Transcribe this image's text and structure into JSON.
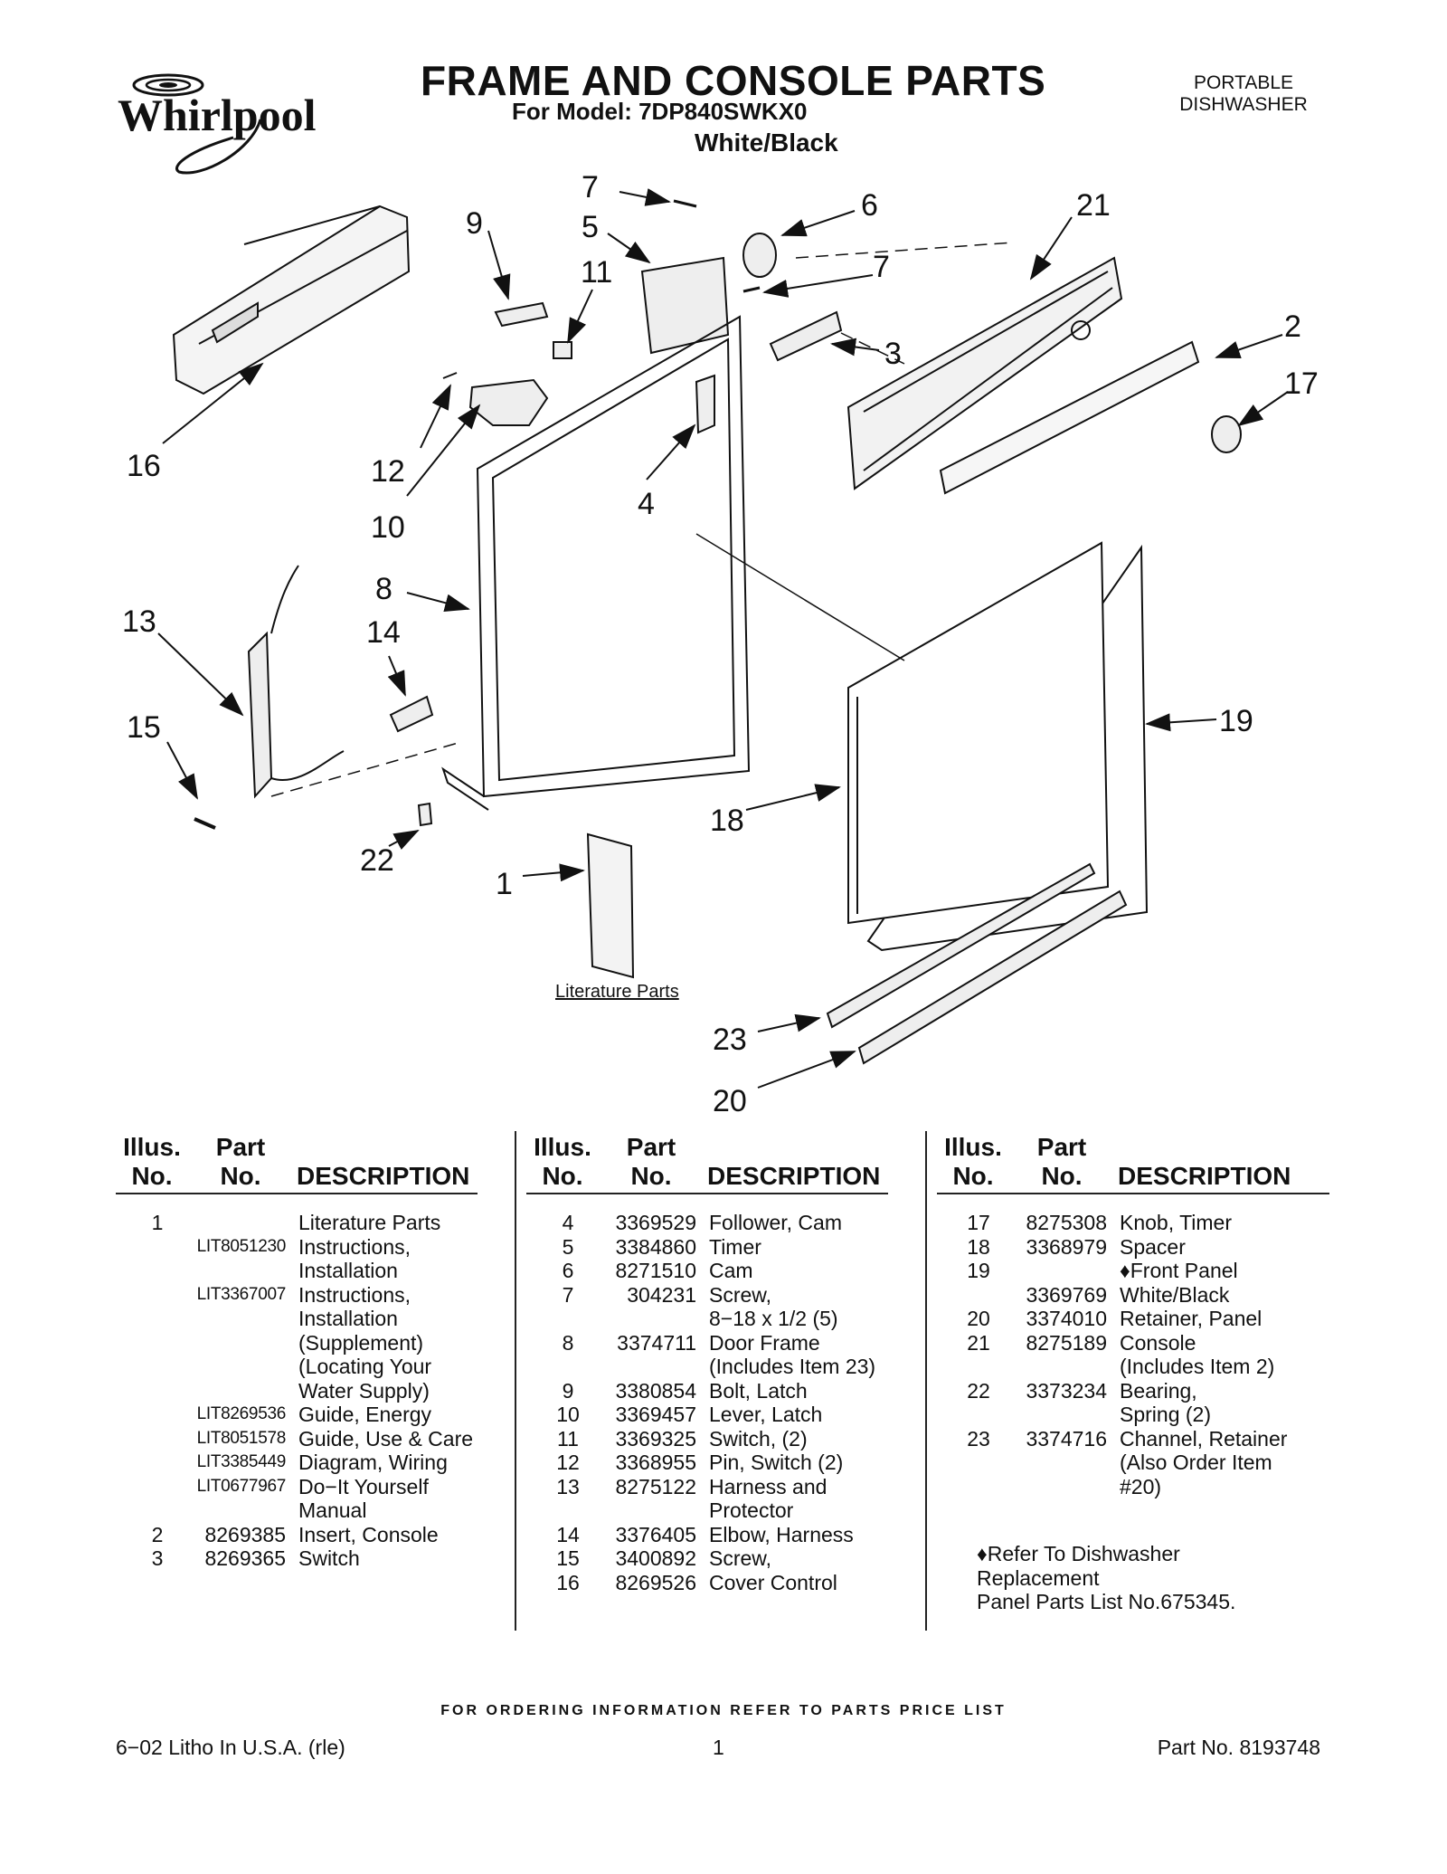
{
  "header": {
    "brand": "Whirlpool",
    "title": "FRAME AND CONSOLE PARTS",
    "model_line": "For Model: 7DP840SWKX0",
    "color_line": "White/Black",
    "product_type_line1": "PORTABLE",
    "product_type_line2": "DISHWASHER"
  },
  "diagram": {
    "literature_label": "Literature Parts",
    "callouts": [
      "7",
      "5",
      "6",
      "9",
      "11",
      "7",
      "21",
      "3",
      "2",
      "17",
      "16",
      "12",
      "4",
      "10",
      "8",
      "13",
      "14",
      "15",
      "19",
      "18",
      "22",
      "1",
      "23",
      "20"
    ]
  },
  "table": {
    "head": {
      "illus": "Illus.",
      "no": "No.",
      "part": "Part",
      "part_no": "No.",
      "desc": "DESCRIPTION"
    },
    "col1": [
      {
        "illus": "1",
        "part": "",
        "desc": "Literature Parts"
      },
      {
        "illus": "",
        "part": "LIT8051230",
        "desc": "Instructions,"
      },
      {
        "illus": "",
        "part": "",
        "desc": "Installation"
      },
      {
        "illus": "",
        "part": "LIT3367007",
        "desc": "Instructions,"
      },
      {
        "illus": "",
        "part": "",
        "desc": "Installation"
      },
      {
        "illus": "",
        "part": "",
        "desc": "(Supplement)"
      },
      {
        "illus": "",
        "part": "",
        "desc": "(Locating Your"
      },
      {
        "illus": "",
        "part": "",
        "desc": "Water Supply)"
      },
      {
        "illus": "",
        "part": "LIT8269536",
        "desc": "Guide, Energy"
      },
      {
        "illus": "",
        "part": "LIT8051578",
        "desc": "Guide, Use & Care"
      },
      {
        "illus": "",
        "part": "LIT3385449",
        "desc": "Diagram, Wiring"
      },
      {
        "illus": "",
        "part": "LIT0677967",
        "desc": "Do−It Yourself"
      },
      {
        "illus": "",
        "part": "",
        "desc": "Manual"
      },
      {
        "illus": "2",
        "part": "8269385",
        "desc": "Insert, Console"
      },
      {
        "illus": "3",
        "part": "8269365",
        "desc": "Switch"
      }
    ],
    "col2": [
      {
        "illus": "4",
        "part": "3369529",
        "desc": "Follower, Cam"
      },
      {
        "illus": "5",
        "part": "3384860",
        "desc": "Timer"
      },
      {
        "illus": "6",
        "part": "8271510",
        "desc": "Cam"
      },
      {
        "illus": "7",
        "part": "304231",
        "desc": "Screw,"
      },
      {
        "illus": "",
        "part": "",
        "desc": "8−18 x 1/2 (5)"
      },
      {
        "illus": "8",
        "part": "3374711",
        "desc": "Door Frame"
      },
      {
        "illus": "",
        "part": "",
        "desc": "(Includes Item 23)"
      },
      {
        "illus": "9",
        "part": "3380854",
        "desc": "Bolt, Latch"
      },
      {
        "illus": "10",
        "part": "3369457",
        "desc": "Lever, Latch"
      },
      {
        "illus": "11",
        "part": "3369325",
        "desc": "Switch, (2)"
      },
      {
        "illus": "12",
        "part": "3368955",
        "desc": "Pin, Switch (2)"
      },
      {
        "illus": "13",
        "part": "8275122",
        "desc": "Harness and"
      },
      {
        "illus": "",
        "part": "",
        "desc": "Protector"
      },
      {
        "illus": "14",
        "part": "3376405",
        "desc": "Elbow, Harness"
      },
      {
        "illus": "15",
        "part": "3400892",
        "desc": "Screw,"
      },
      {
        "illus": "16",
        "part": "8269526",
        "desc": "Cover Control"
      }
    ],
    "col3": [
      {
        "illus": "17",
        "part": "8275308",
        "desc": "Knob, Timer"
      },
      {
        "illus": "18",
        "part": "3368979",
        "desc": "Spacer"
      },
      {
        "illus": "19",
        "part": "",
        "desc": "♦Front Panel"
      },
      {
        "illus": "",
        "part": "3369769",
        "desc": "White/Black"
      },
      {
        "illus": "20",
        "part": "3374010",
        "desc": "Retainer, Panel"
      },
      {
        "illus": "21",
        "part": "8275189",
        "desc": "Console"
      },
      {
        "illus": "",
        "part": "",
        "desc": "(Includes Item 2)"
      },
      {
        "illus": "22",
        "part": "3373234",
        "desc": "Bearing,"
      },
      {
        "illus": "",
        "part": "",
        "desc": "Spring (2)"
      },
      {
        "illus": "23",
        "part": "3374716",
        "desc": "Channel, Retainer"
      },
      {
        "illus": "",
        "part": "",
        "desc": "(Also Order Item"
      },
      {
        "illus": "",
        "part": "",
        "desc": "#20)"
      }
    ],
    "note_line1": "♦Refer To Dishwasher",
    "note_line2": "Replacement",
    "note_line3": "Panel Parts List No.675345."
  },
  "footer": {
    "ordering": "FOR ORDERING INFORMATION REFER TO PARTS PRICE LIST",
    "litho": "6−02 Litho In U.S.A. (rle)",
    "page": "1",
    "part_no": "Part No. 8193748"
  }
}
